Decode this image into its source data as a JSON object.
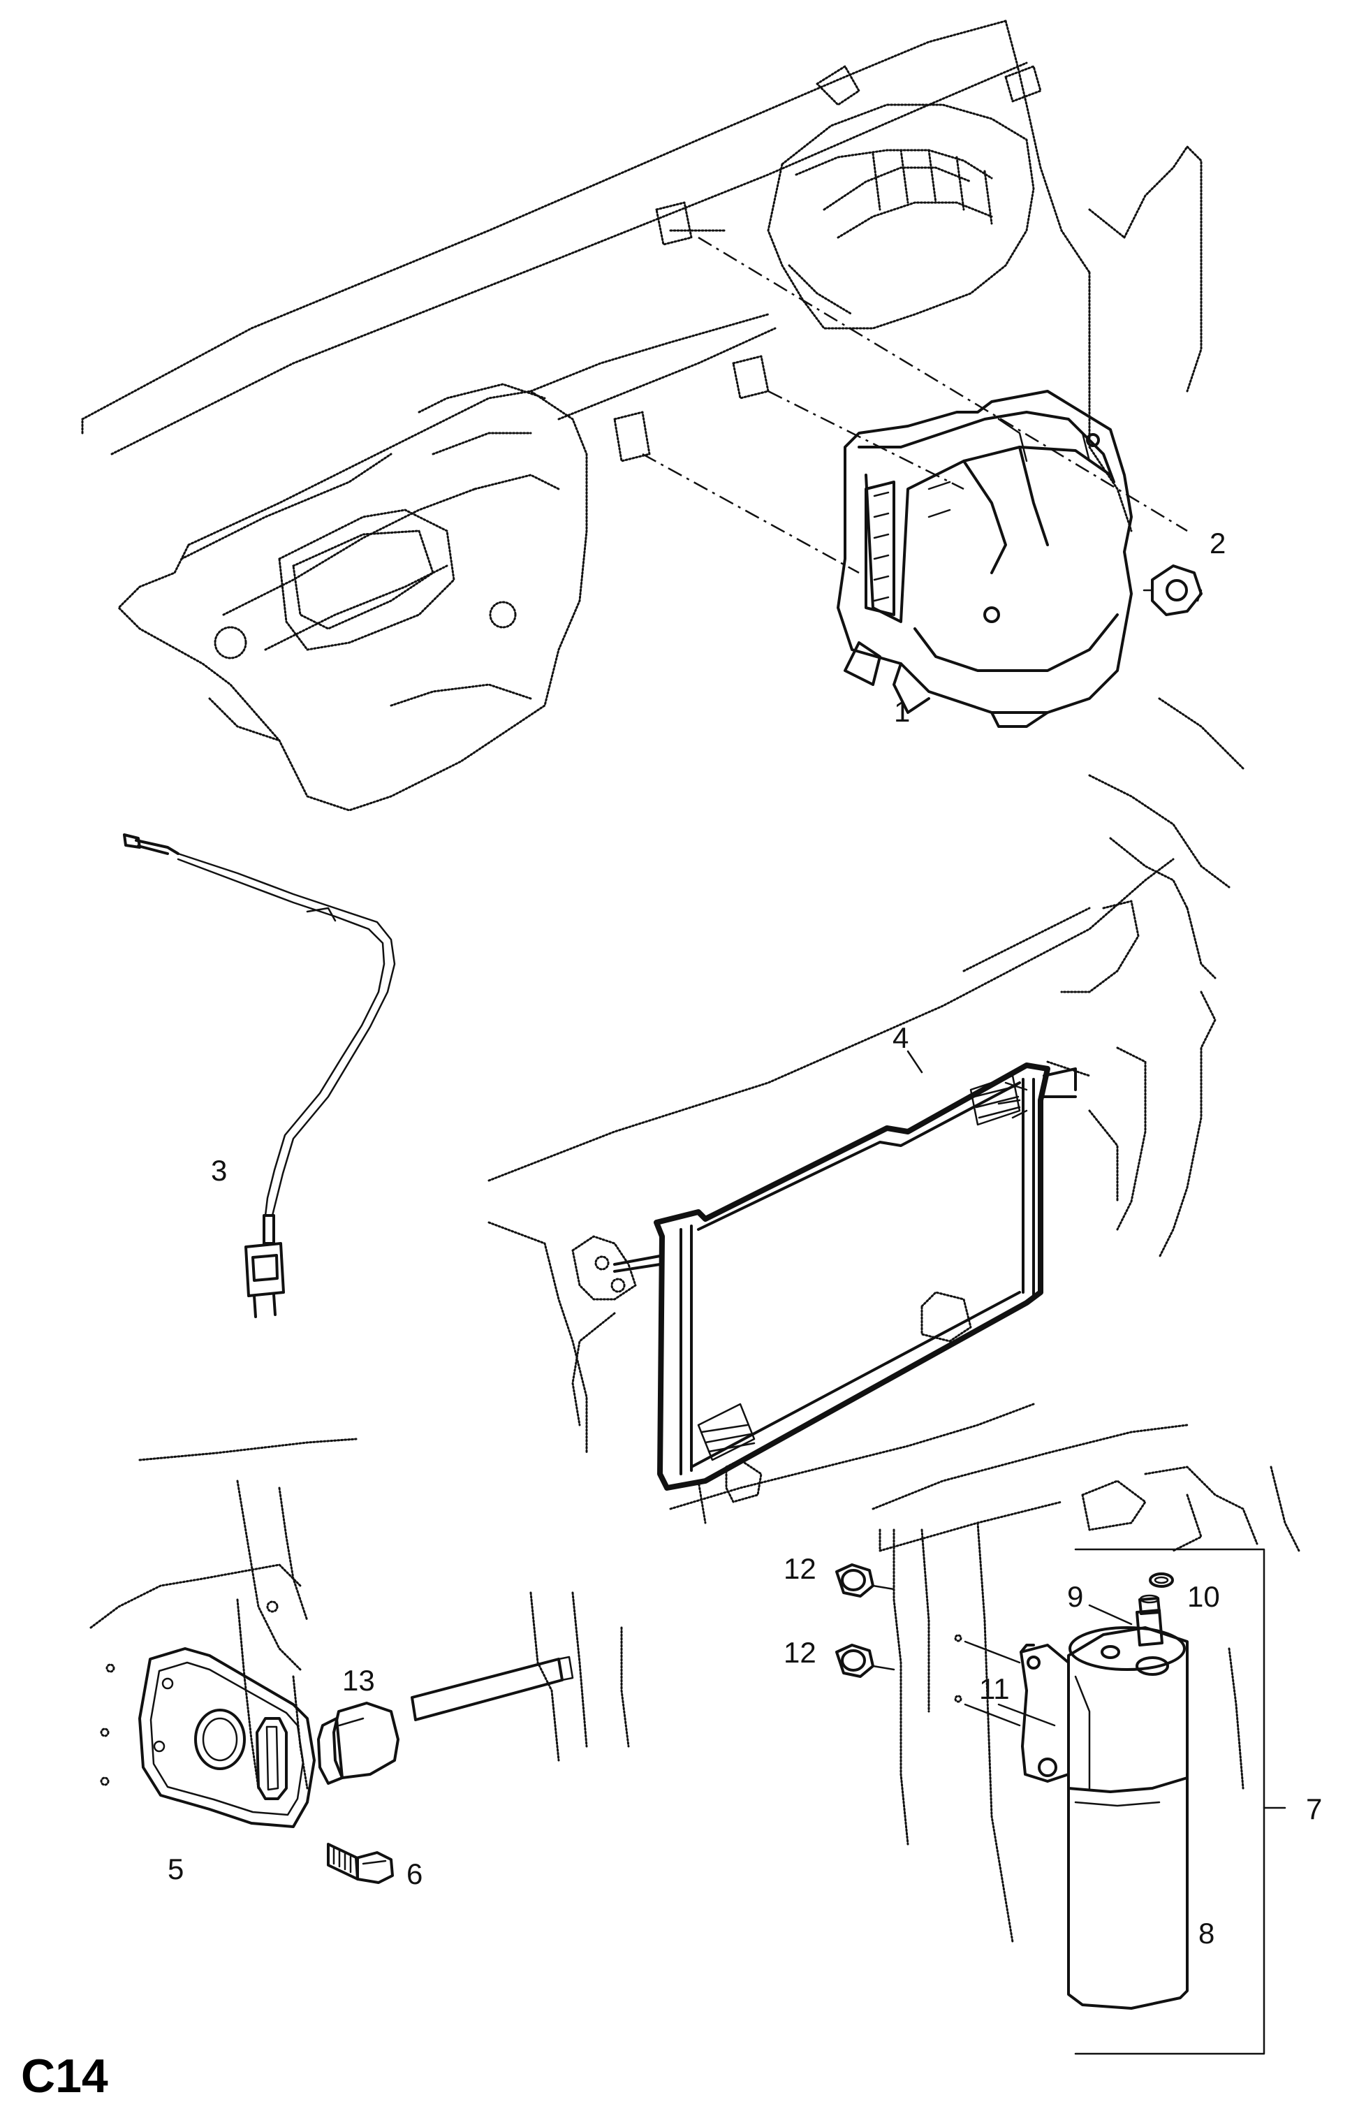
{
  "page_code": "C14",
  "callouts": [
    {
      "id": "1",
      "label": "1"
    },
    {
      "id": "2",
      "label": "2"
    },
    {
      "id": "3",
      "label": "3"
    },
    {
      "id": "4",
      "label": "4"
    },
    {
      "id": "5",
      "label": "5"
    },
    {
      "id": "6",
      "label": "6"
    },
    {
      "id": "7",
      "label": "7"
    },
    {
      "id": "8",
      "label": "8"
    },
    {
      "id": "9",
      "label": "9"
    },
    {
      "id": "10",
      "label": "10"
    },
    {
      "id": "11",
      "label": "11"
    },
    {
      "id": "12a",
      "label": "12"
    },
    {
      "id": "12b",
      "label": "12"
    },
    {
      "id": "13",
      "label": "13"
    }
  ]
}
